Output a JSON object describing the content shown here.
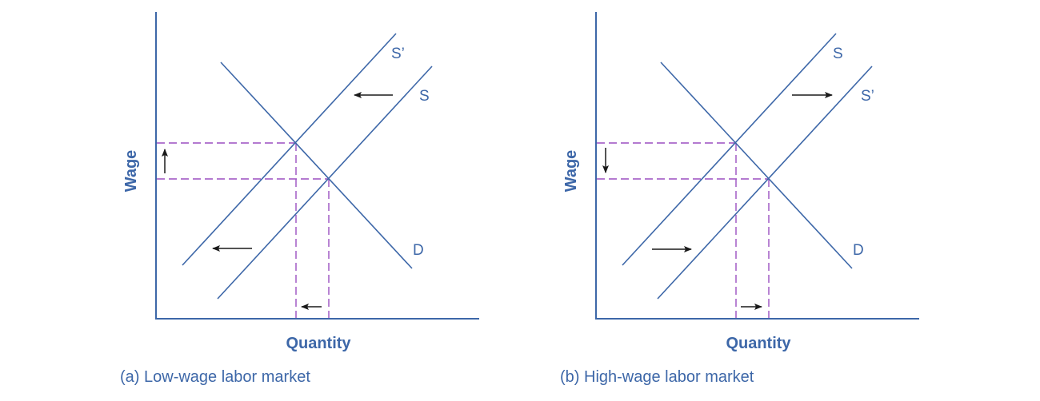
{
  "colors": {
    "axis": "#3d67a8",
    "curve": "#3d67a8",
    "guide": "#9b4fc0",
    "arrow": "#1a1a1a",
    "text": "#3d67a8"
  },
  "chart_data": [
    {
      "type": "line",
      "title": "(a) Low-wage labor market",
      "xlabel": "Quantity",
      "ylabel": "Wage",
      "grid": false,
      "series": [
        {
          "name": "D",
          "points": [
            [
              276,
              78
            ],
            [
              515,
              336
            ]
          ]
        },
        {
          "name": "S",
          "points": [
            [
              272,
              374
            ],
            [
              540,
              83
            ]
          ]
        },
        {
          "name": "S'",
          "points": [
            [
              228,
              332
            ],
            [
              495,
              42
            ]
          ]
        }
      ],
      "equilibria": [
        {
          "label": "original (S,D)",
          "x": 411,
          "y": 224
        },
        {
          "label": "new (S',D)",
          "x": 370,
          "y": 179
        }
      ],
      "shift": "supply shifts left (decrease)",
      "wage_change": "up",
      "quantity_change": "down"
    },
    {
      "type": "line",
      "title": "(b) High-wage labor market",
      "xlabel": "Quantity",
      "ylabel": "Wage",
      "grid": false,
      "series": [
        {
          "name": "D",
          "points": [
            [
              826,
              78
            ],
            [
              1065,
              336
            ]
          ]
        },
        {
          "name": "S",
          "points": [
            [
              778,
              332
            ],
            [
              1045,
              42
            ]
          ]
        },
        {
          "name": "S'",
          "points": [
            [
              822,
              374
            ],
            [
              1090,
              83
            ]
          ]
        }
      ],
      "equilibria": [
        {
          "label": "original (S,D)",
          "x": 920,
          "y": 179
        },
        {
          "label": "new (S',D)",
          "x": 961,
          "y": 224
        }
      ],
      "shift": "supply shifts right (increase)",
      "wage_change": "down",
      "quantity_change": "up"
    }
  ],
  "panels": {
    "a": {
      "caption": "(a) Low-wage labor market",
      "xlabel": "Quantity",
      "ylabel": "Wage",
      "labels": {
        "upper_supply": "S’",
        "lower_supply": "S",
        "demand": "D"
      }
    },
    "b": {
      "caption": "(b) High-wage labor market",
      "xlabel": "Quantity",
      "ylabel": "Wage",
      "labels": {
        "upper_supply": "S",
        "lower_supply": "S’",
        "demand": "D"
      }
    }
  }
}
